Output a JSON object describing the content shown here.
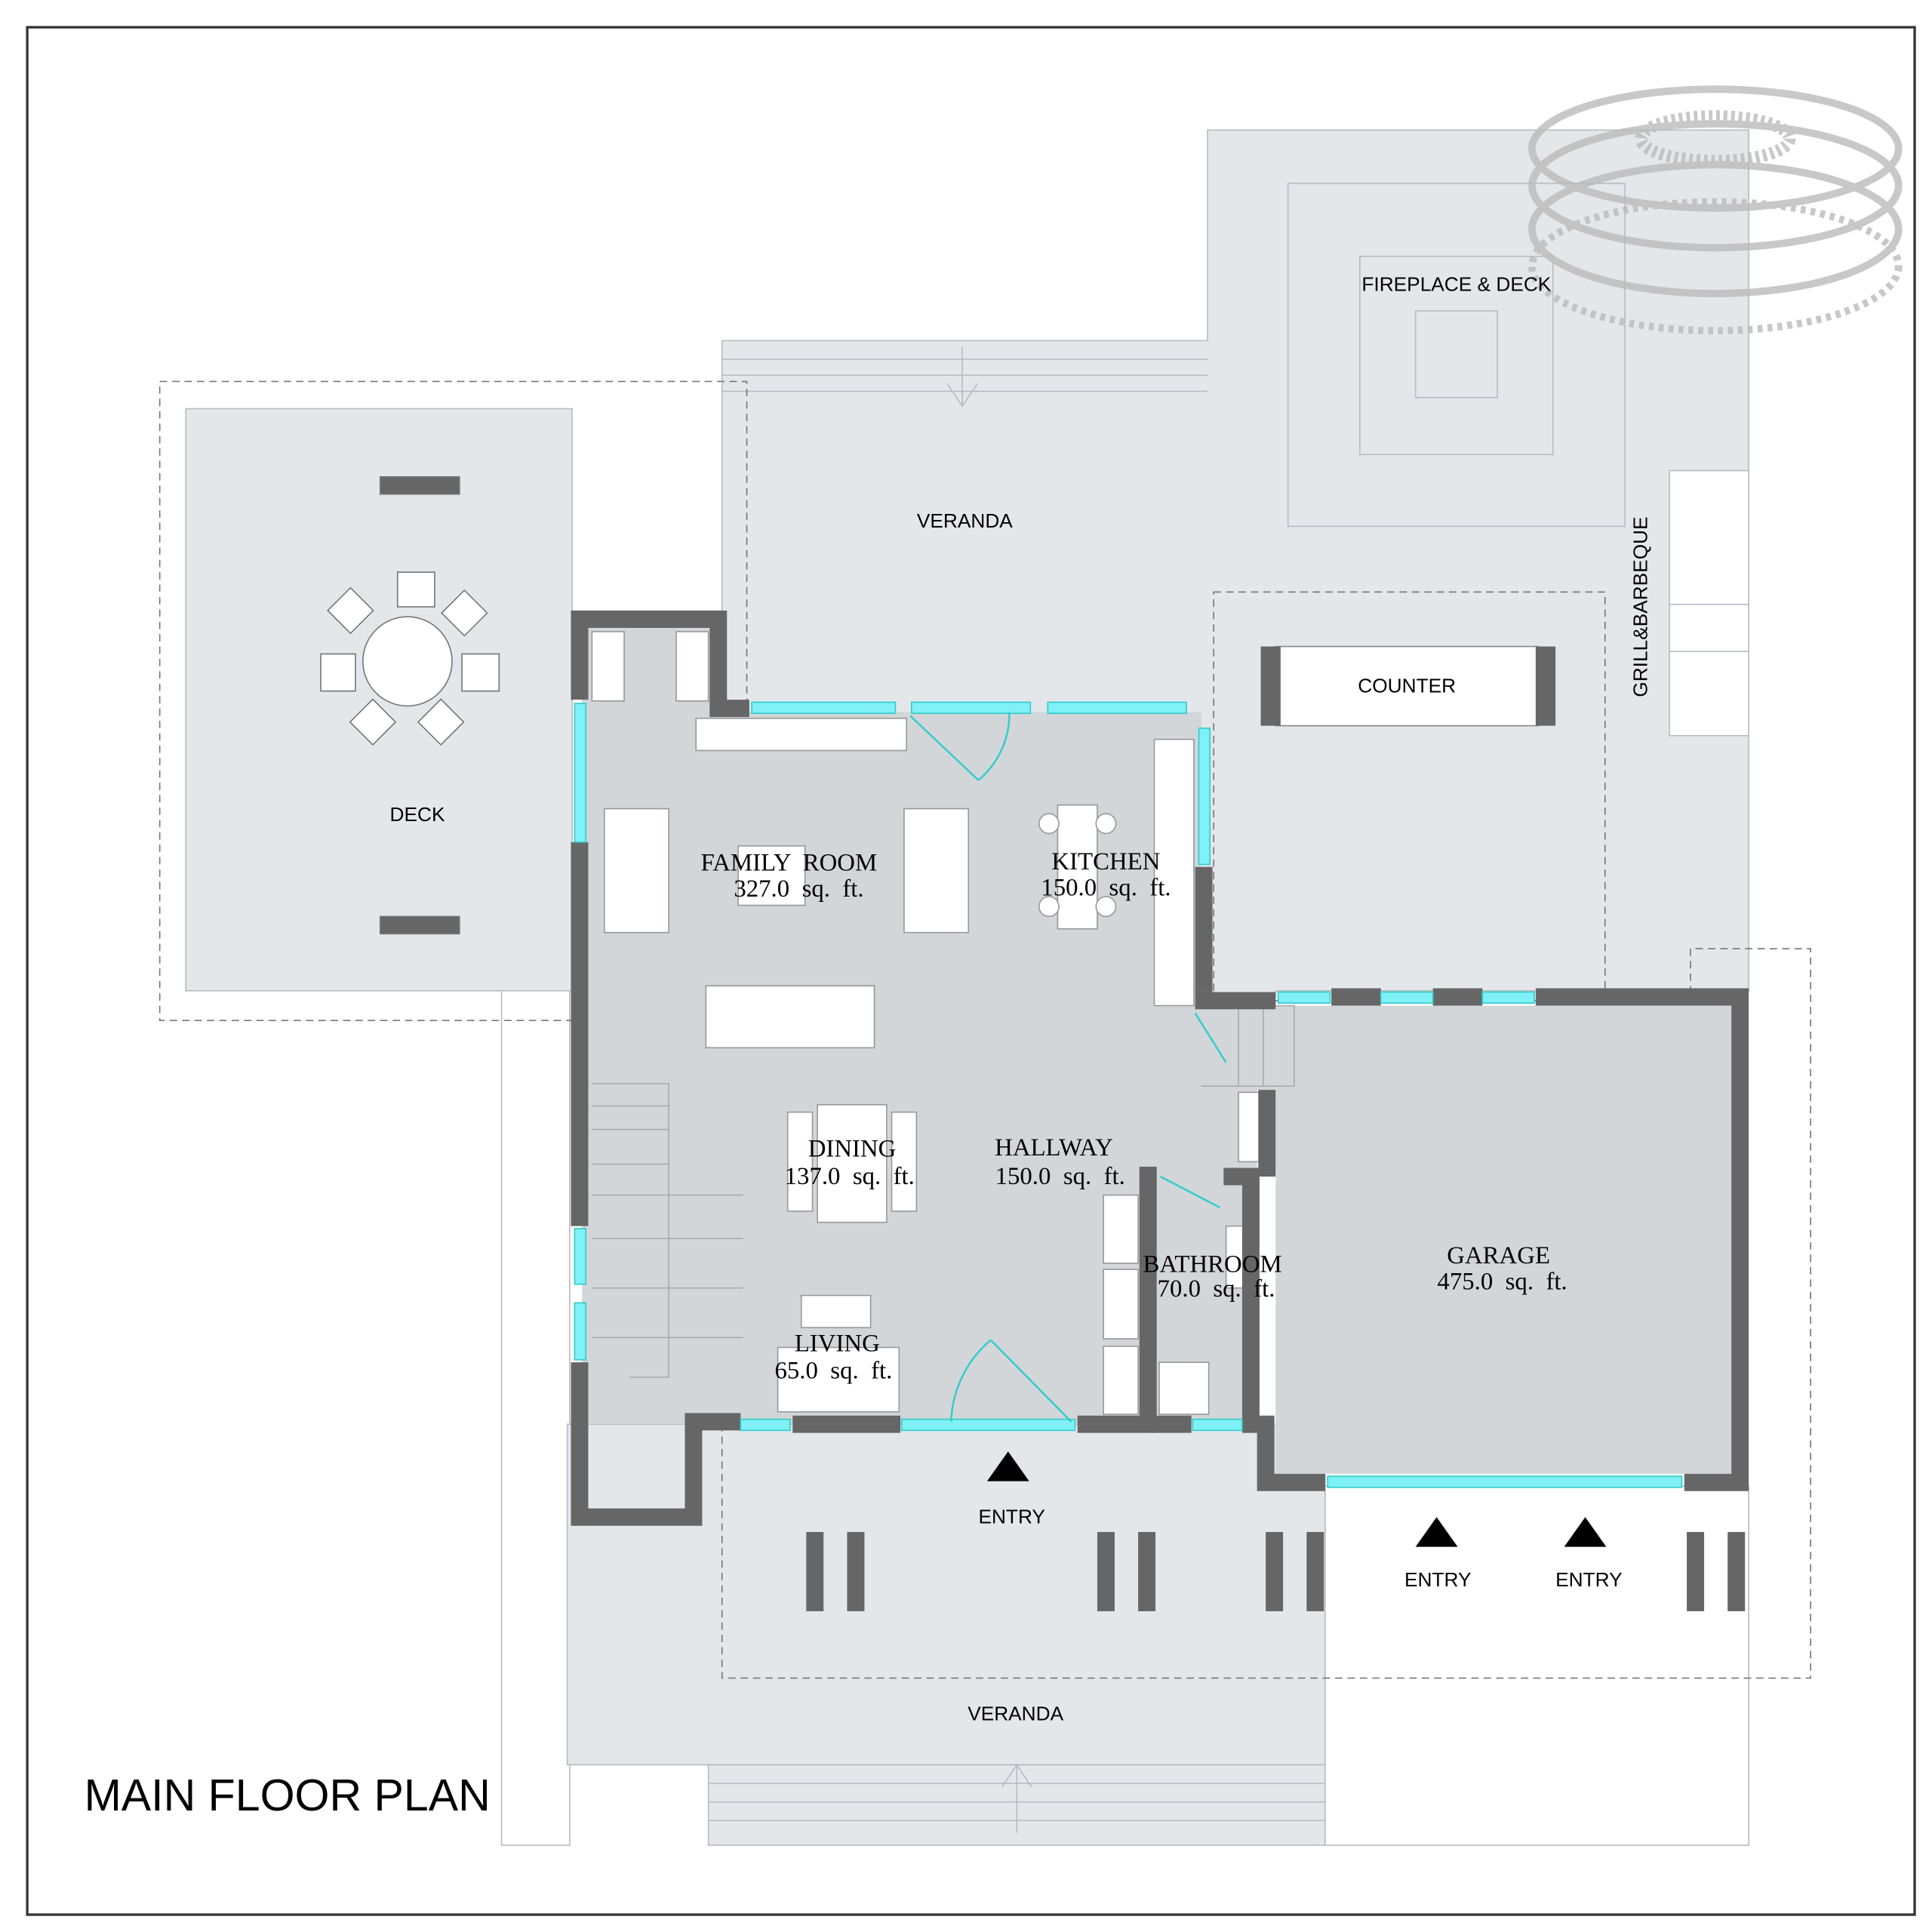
{
  "title": "MAIN FLOOR PLAN",
  "watermark": "colosseum-logo",
  "colors": {
    "wall": "#666666",
    "window": "#7ff0f5",
    "interior": "#d3d6d9",
    "exterior": "#e4e7ea"
  },
  "outdoor_labels": {
    "deck": "DECK",
    "veranda_top": "VERANDA",
    "fireplace": "FIREPLACE & DECK",
    "counter": "COUNTER",
    "grill": "GRILL&BARBEQUE",
    "veranda_bottom": "VERANDA",
    "entry_main": "ENTRY",
    "entry_garage_1": "ENTRY",
    "entry_garage_2": "ENTRY"
  },
  "rooms": {
    "family": {
      "name": "FAMILY  ROOM",
      "area": "327.0  sq.  ft."
    },
    "kitchen": {
      "name": "KITCHEN",
      "area": "150.0  sq.  ft."
    },
    "dining": {
      "name": "DINING",
      "area": "137.0  sq.  ft."
    },
    "hallway": {
      "name": "HALLWAY",
      "area": "150.0  sq.  ft."
    },
    "bathroom": {
      "name": "BATHROOM",
      "area": "70.0  sq.  ft."
    },
    "garage": {
      "name": "GARAGE",
      "area": "475.0  sq.  ft."
    },
    "living": {
      "name": "LIVING",
      "area": "65.0  sq.  ft."
    }
  }
}
